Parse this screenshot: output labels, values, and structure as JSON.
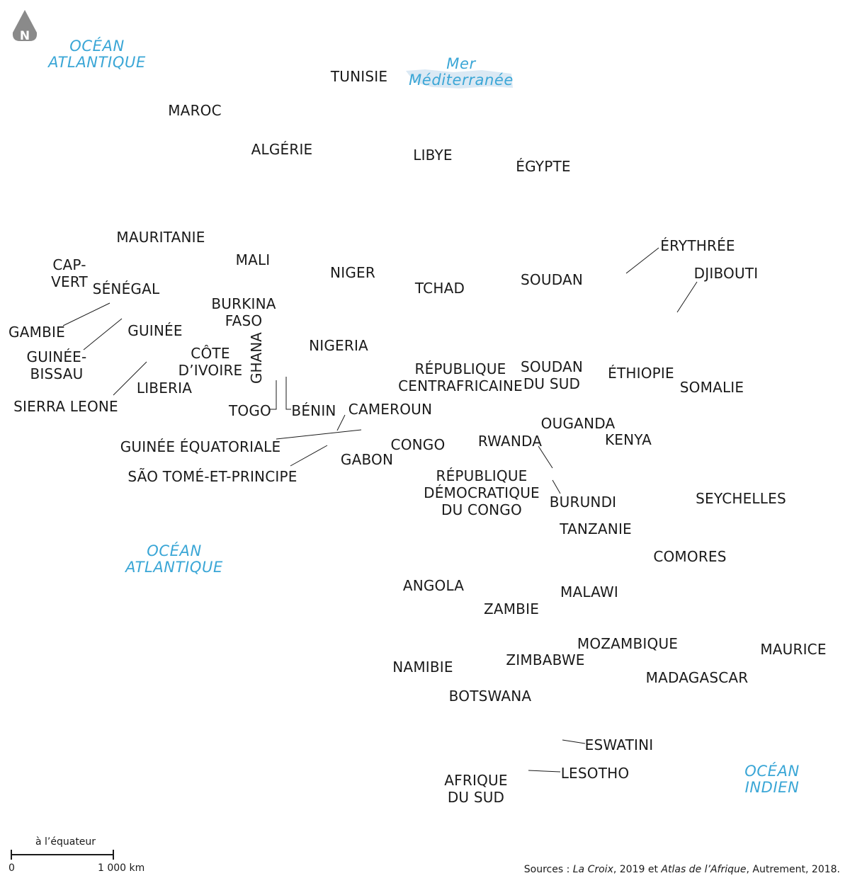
{
  "compass": {
    "letter": "N"
  },
  "seas": {
    "atlantic_north": [
      "OCÉAN",
      "ATLANTIQUE"
    ],
    "mediterranean": [
      "Mer",
      "Méditerranée"
    ],
    "atlantic_south": [
      "OCÉAN",
      "ATLANTIQUE"
    ],
    "indian": [
      "OCÉAN",
      "INDIEN"
    ]
  },
  "countries": {
    "tunisie": "TUNISIE",
    "maroc": "MAROC",
    "algerie": "ALGÉRIE",
    "libye": "LIBYE",
    "egypte": "ÉGYPTE",
    "mauritanie": "MAURITANIE",
    "mali": "MALI",
    "cap_vert": [
      "CAP-",
      "VERT"
    ],
    "senegal": "SÉNÉGAL",
    "niger": "NIGER",
    "tchad": "TCHAD",
    "soudan": "SOUDAN",
    "erythree": "ÉRYTHRÉE",
    "djibouti": "DJIBOUTI",
    "burkina_faso": [
      "BURKINA",
      "FASO"
    ],
    "gambie": "GAMBIE",
    "guinee": "GUINÉE",
    "guinee_bissau": [
      "GUINÉE-",
      "BISSAU"
    ],
    "cote_divoire": [
      "CÔTE",
      "D’IVOIRE"
    ],
    "ghana": "GHANA",
    "nigeria": "NIGERIA",
    "rca": [
      "RÉPUBLIQUE",
      "CENTRAFRICAINE"
    ],
    "soudan_sud": [
      "SOUDAN",
      "DU SUD"
    ],
    "ethiopie": "ÉTHIOPIE",
    "somalie": "SOMALIE",
    "liberia": "LIBERIA",
    "sierra_leone": "SIERRA LEONE",
    "togo": "TOGO",
    "benin": "BÉNIN",
    "cameroun": "CAMEROUN",
    "ouganda": "OUGANDA",
    "guinee_equatoriale": "GUINÉE ÉQUATORIALE",
    "congo": "CONGO",
    "rwanda": "RWANDA",
    "kenya": "KENYA",
    "gabon": "GABON",
    "sao_tome": "SÃO TOMÉ-ET-PRINCIPE",
    "rdc": [
      "RÉPUBLIQUE",
      "DÉMOCRATIQUE",
      "DU CONGO"
    ],
    "burundi": "BURUNDI",
    "seychelles": "SEYCHELLES",
    "tanzanie": "TANZANIE",
    "comores": "COMORES",
    "angola": "ANGOLA",
    "malawi": "MALAWI",
    "zambie": "ZAMBIE",
    "mozambique": "MOZAMBIQUE",
    "maurice": "MAURICE",
    "zimbabwe": "ZIMBABWE",
    "namibie": "NAMIBIE",
    "madagascar": "MADAGASCAR",
    "botswana": "BOTSWANA",
    "eswatini": "ESWATINI",
    "lesotho": "LESOTHO",
    "afrique_sud": [
      "AFRIQUE",
      "DU SUD"
    ]
  },
  "scale": {
    "caption": "à l’équateur",
    "zero": "0",
    "max": "1 000 km"
  },
  "sources": {
    "prefix": "Sources : ",
    "src1": "La Croix",
    "mid1": ", 2019 et ",
    "src2": "Atlas de l’Afrique",
    "suffix": ", Autrement, 2018."
  },
  "colors": {
    "sea": "#3aa6d6",
    "sea_fill": "#dbe9f4",
    "text": "#1a1a1a"
  }
}
